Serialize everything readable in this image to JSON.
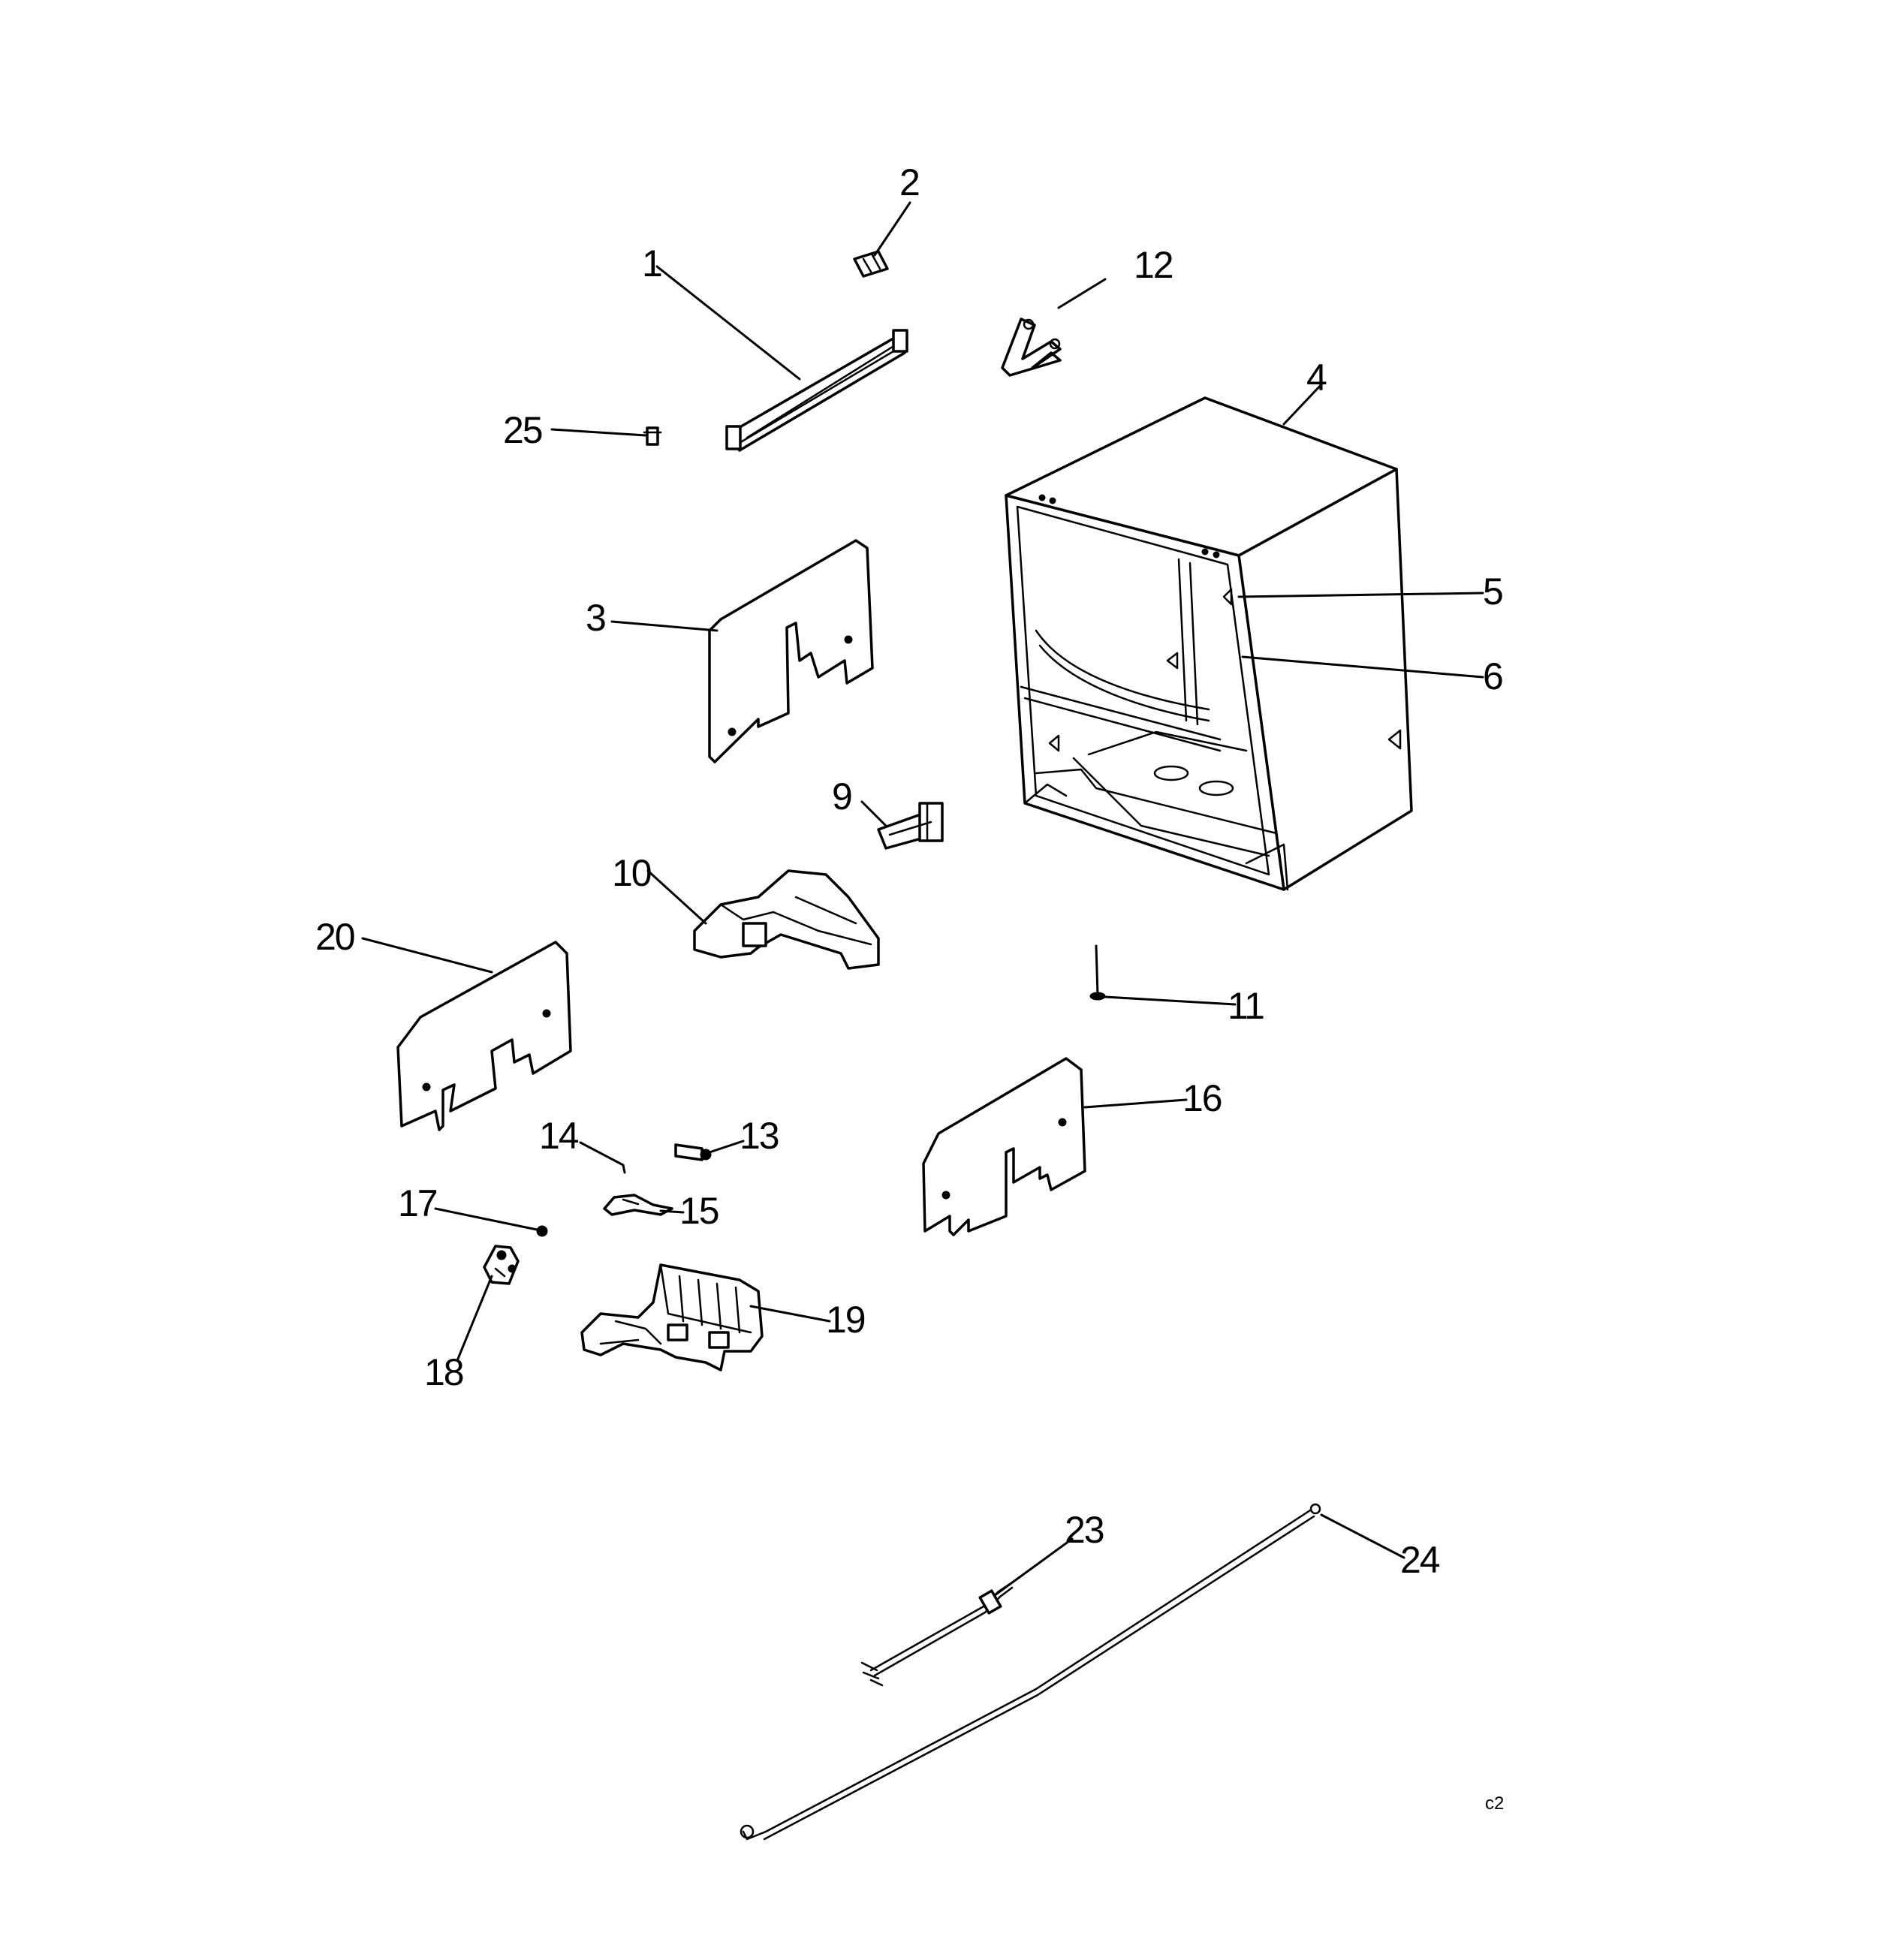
{
  "diagram": {
    "callouts": {
      "c1": "1",
      "c2": "2",
      "c3": "3",
      "c4": "4",
      "c5": "5",
      "c6": "6",
      "c9": "9",
      "c10": "10",
      "c11": "11",
      "c12": "12",
      "c13": "13",
      "c14": "14",
      "c15": "15",
      "c16": "16",
      "c17": "17",
      "c18": "18",
      "c19": "19",
      "c20": "20",
      "c23": "23",
      "c24": "24",
      "c25": "25"
    },
    "sheet_code": "c2"
  }
}
